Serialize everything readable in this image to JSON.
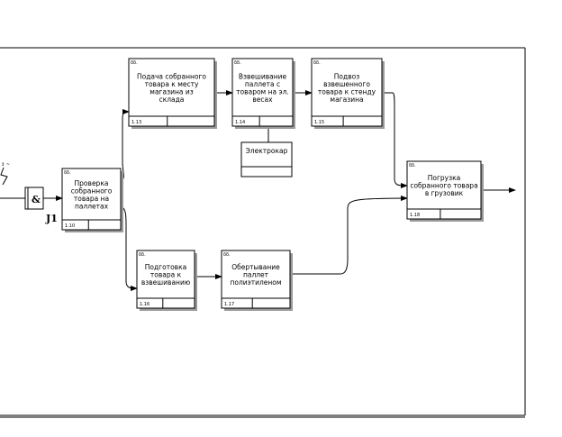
{
  "activities": [
    {
      "id": "a10",
      "lines": [
        "Проверка",
        "собранного",
        "товара на",
        "паллетах"
      ],
      "num": "1.10"
    },
    {
      "id": "a13",
      "lines": [
        "Подача собранного",
        "товара к месту",
        "магазина из",
        "склада"
      ],
      "num": "1.13"
    },
    {
      "id": "a14",
      "lines": [
        "Взвешивание",
        "паллета с",
        "товаром на эл.",
        "весах"
      ],
      "num": "1.14"
    },
    {
      "id": "a15",
      "lines": [
        "Подвоз",
        "взвешенного",
        "товара к стенду",
        "магазина"
      ],
      "num": "1.15"
    },
    {
      "id": "a16",
      "lines": [
        "Подготовка",
        "товара к",
        "взвешиванию"
      ],
      "num": "1.16"
    },
    {
      "id": "a17",
      "lines": [
        "Обертывание",
        "паллет",
        "полиэтиленом"
      ],
      "num": "1.17"
    },
    {
      "id": "a18",
      "lines": [
        "Погрузка",
        "собранного товара",
        "в грузовик"
      ],
      "num": "1.18"
    }
  ],
  "mechanism": {
    "label": "Электрокар"
  },
  "junction": {
    "symbol": "&",
    "label": "J1"
  }
}
